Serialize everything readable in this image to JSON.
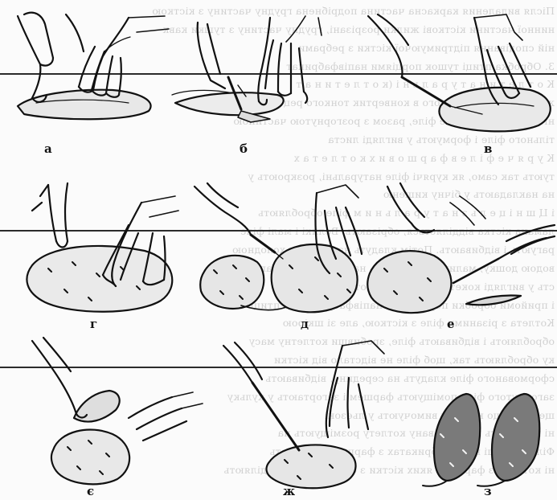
{
  "figure": {
    "panel_labels": [
      "а",
      "б",
      "в",
      "г",
      "д",
      "е",
      "є",
      "ж",
      "з"
    ]
  },
  "bleed_through": [
    "Після видаления каркасна частина подрібнена грудну частину з кісткою",
    "нинної частини кісткові жилки розрізані, грудну частину з тушки кавк",
    "ній сподівання підтримуючої кістки з ребрами",
    "3. Обробка птиці тушок порціями напівфабрикат",
    "К о т л е т и  н а т у р а л ь н і  (к о т л е т и  н а т",
    "жене філе розгорнутого в конвертик тонкого рецепту",
    "ні підготовлене маке філе, разом з розгорнутою частиною",
    "тільного філе і формують у вигляді листа",
    "К у р я ч е  ф і л е  в  ф а р ш о в и х  к о т л е т а х",
    "тують так само, як курячі філе натуральні, розкроють у",
    "на накладають у бічну кишеню",
    "і Ц ш н і ц е л ь  з  н а т у р а л ь н и м  філе обробляють",
    "ламана кістка відділяється, обрізають. Великі і малі філе",
    "рагують і відбивають. Потім кладуть на змочену холодною",
    "водою дошку, малих філе кладуть на велике філе, загортають",
    "сть у вигляді кокетки відбитої, у котлеті",
    "і прийоми обробки порціонних напівфабрикатів з птиці",
    "Котлета з різаними філе з кісткою, але зі шкірою",
    "обробляють і відбивають філе, зробивши котлетну масу",
    "ку обробляють так, щоб філе не відстало від кістки",
    "сформованого філе кладуть на середину, відбивають",
    "загорнутого філе поміщують фаршем і загортають у кульку",
    "ще з тим що котлету вимочують у льезоні",
    "ні панірують і сформовану котлету розміщують на",
    "Філе в фарші напівфабрикатах з фаршем вкладають",
    "ні котлети з фаршу, у яких кістки з філе котлети відділяють"
  ]
}
